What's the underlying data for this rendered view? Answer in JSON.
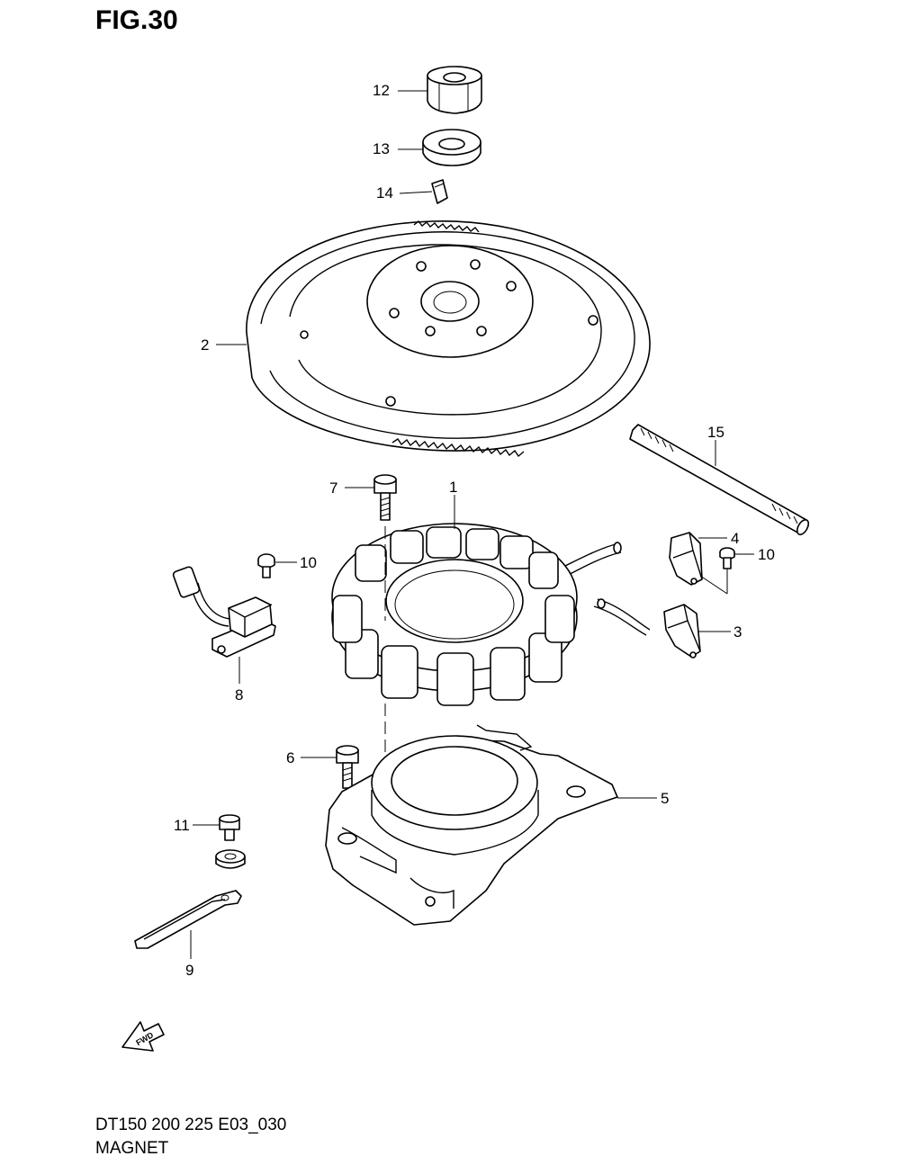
{
  "header": {
    "figure_label": "FIG.30"
  },
  "footer": {
    "model_code": "DT150 200 225 E03_030",
    "section_name": "MAGNET"
  },
  "fwd_arrow": {
    "label": "FWD",
    "icon": "fwd-arrow-icon"
  },
  "callouts": {
    "c1": "1",
    "c2": "2",
    "c3": "3",
    "c4": "4",
    "c5": "5",
    "c6": "6",
    "c7": "7",
    "c8": "8",
    "c9": "9",
    "c10a": "10",
    "c10b": "10",
    "c11": "11",
    "c12": "12",
    "c13": "13",
    "c14": "14",
    "c15": "15"
  },
  "colors": {
    "line": "#000000",
    "background": "#ffffff"
  }
}
